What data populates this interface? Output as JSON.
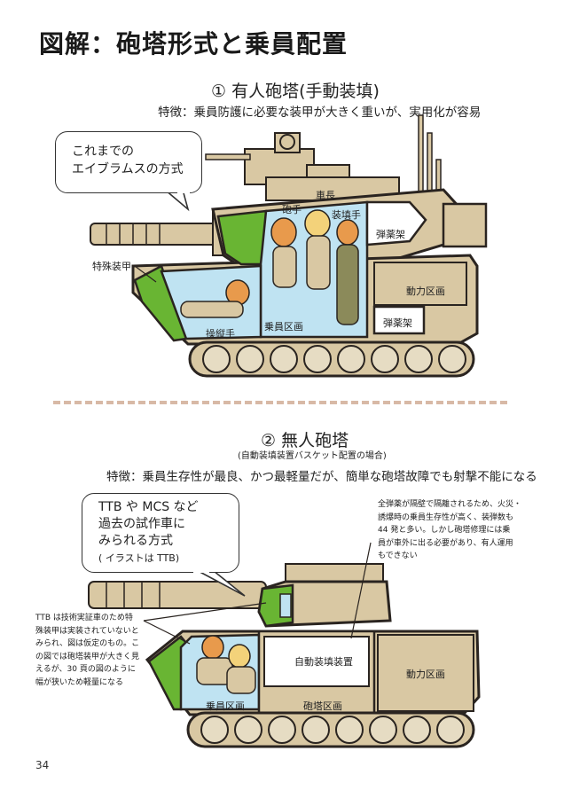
{
  "title": "図解：砲塔形式と乗員配置",
  "section1": {
    "heading": "① 有人砲塔(手動装填)",
    "feature": "特徴：乗員防護に必要な装甲が大きく重いが、実用化が容易",
    "bubble_lines": [
      "これまでの",
      "エイブラムスの方式"
    ],
    "labels": {
      "commander": "車長",
      "gunner": "砲手",
      "loader": "装填手",
      "ammo_rack_upper": "弾薬架",
      "special_armor": "特殊装甲",
      "power_unit": "動力区画",
      "ammo_rack_lower": "弾薬架",
      "driver": "操縦手",
      "crew_compartment": "乗員区画"
    }
  },
  "section2": {
    "heading": "② 無人砲塔",
    "subheading": "(自動装填装置バスケット配置の場合)",
    "feature": "特徴：乗員生存性が最良、かつ最軽量だが、簡単な砲塔故障でも射撃不能になる",
    "bubble_lines": [
      "TTB や MCS など",
      "過去の試作車に",
      "みられる方式",
      "( イラストは TTB)"
    ],
    "note_right_lines": [
      "全弾薬が隔壁で隔離されるため、火災・",
      "誘爆時の乗員生存性が高く、装弾数も",
      "44 発と多い。しかし砲塔修理には乗",
      "員が車外に出る必要があり、有人運用",
      "もできない"
    ],
    "note_left_lines": [
      "TTB は技術実証車のため特",
      "殊装甲は実装されていないと",
      "みられ、図は仮定のもの。こ",
      "の図では砲塔装甲が大きく見",
      "えるが、30 頁の図のように",
      "幅が狭いため軽量になる"
    ],
    "labels": {
      "autoloader": "自動装填装置",
      "power_unit": "動力区画",
      "crew_compartment": "乗員区画",
      "turret_compartment": "砲塔区画"
    }
  },
  "page_number": "34",
  "colors": {
    "hull": "#d9c8a3",
    "hull_dark": "#b9a47c",
    "outline": "#2a2420",
    "crew_area": "#bfe3f2",
    "armor": "#69b533",
    "divider": "#d8b9a6"
  }
}
